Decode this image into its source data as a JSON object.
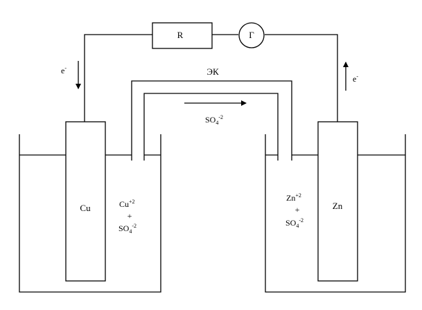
{
  "diagram": {
    "resistor_label": "R",
    "galvanometer_label": "Г",
    "salt_bridge_label": "ЭК",
    "electron_left": {
      "base": "e",
      "sup": "-"
    },
    "electron_right": {
      "base": "e",
      "sup": "-"
    },
    "bridge_ion": {
      "base": "SO",
      "sub": "4",
      "sup": "-2"
    },
    "left_electrode_label": "Cu",
    "right_electrode_label": "Zn",
    "left_solution": {
      "cation": {
        "base": "Cu",
        "sup": "+2"
      },
      "plus": "+",
      "anion": {
        "base": "SO",
        "sub": "4",
        "sup": "-2"
      }
    },
    "right_solution": {
      "cation": {
        "base": "Zn",
        "sup": "+2"
      },
      "plus": "+",
      "anion": {
        "base": "SO",
        "sub": "4",
        "sup": "-2"
      }
    }
  }
}
